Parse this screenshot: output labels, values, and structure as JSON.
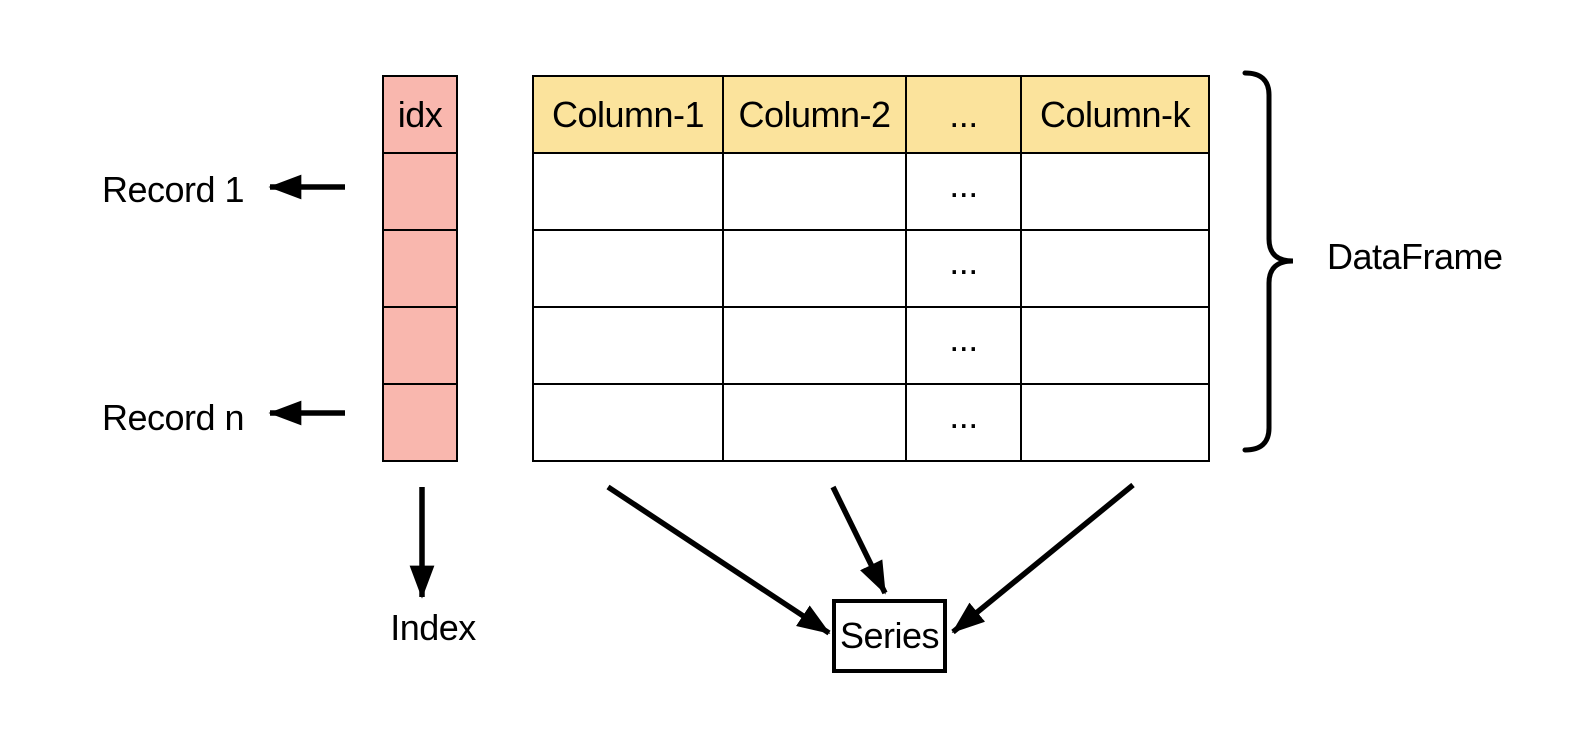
{
  "index_column": {
    "header": "idx",
    "cells": [
      "",
      "",
      "",
      ""
    ],
    "label": "Index"
  },
  "table": {
    "headers": [
      "Column-1",
      "Column-2",
      "...",
      "Column-k"
    ],
    "rows": [
      [
        "",
        "",
        "...",
        ""
      ],
      [
        "",
        "",
        "...",
        ""
      ],
      [
        "",
        "",
        "...",
        ""
      ],
      [
        "",
        "",
        "...",
        ""
      ]
    ]
  },
  "records": {
    "first": "Record 1",
    "last": "Record n"
  },
  "series": {
    "label": "Series"
  },
  "brace": {
    "label": "DataFrame"
  },
  "colors": {
    "index_fill": "#F9B7AE",
    "header_fill": "#FBE39C",
    "line": "#000000"
  }
}
